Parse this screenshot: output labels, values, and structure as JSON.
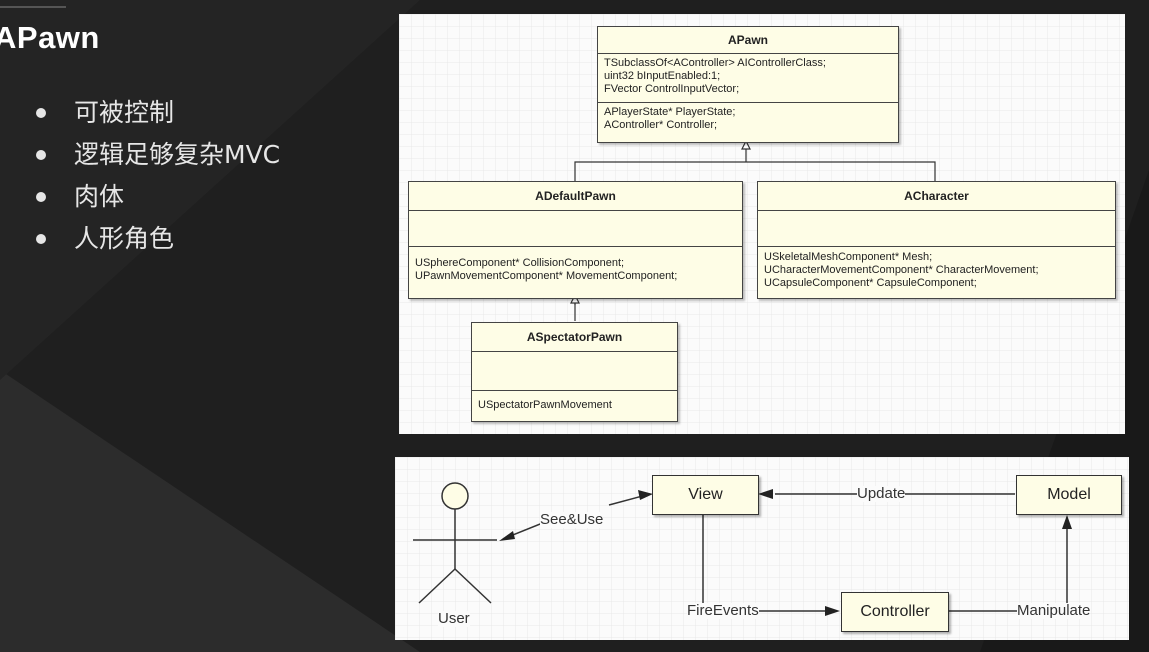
{
  "slide": {
    "title": "APawn",
    "bullets": [
      "可被控制",
      "逻辑足够复杂MVC",
      "肉体",
      "人形角色"
    ]
  },
  "uml": {
    "apawn": {
      "name": "APawn",
      "fields1": [
        "TSubclassOf<AController> AIControllerClass;",
        "uint32 bInputEnabled:1;",
        "FVector ControlInputVector;"
      ],
      "fields2": [
        "APlayerState* PlayerState;",
        "AController* Controller;"
      ]
    },
    "adefaultpawn": {
      "name": "ADefaultPawn",
      "fields2": [
        "USphereComponent* CollisionComponent;",
        "UPawnMovementComponent* MovementComponent;"
      ]
    },
    "acharacter": {
      "name": "ACharacter",
      "fields2": [
        "USkeletalMeshComponent* Mesh;",
        "UCharacterMovementComponent* CharacterMovement;",
        "UCapsuleComponent* CapsuleComponent;"
      ]
    },
    "aspectatorpawn": {
      "name": "ASpectatorPawn",
      "fields2": [
        "USpectatorPawnMovement"
      ]
    }
  },
  "mvc": {
    "view": "View",
    "model": "Model",
    "controller": "Controller",
    "user": "User",
    "see_use": "See&Use",
    "update": "Update",
    "fire_events": "FireEvents",
    "manipulate": "Manipulate"
  },
  "colors": {
    "background": "#1f1f1f",
    "panel": "#fbfbfb",
    "box_fill": "#fefde6",
    "grid": "#e6e6e6"
  }
}
